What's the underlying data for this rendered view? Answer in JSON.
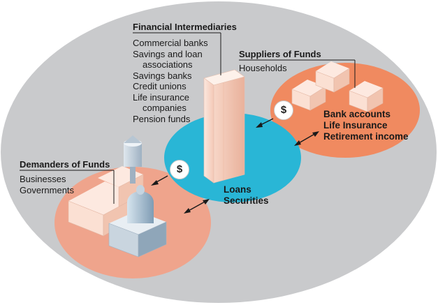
{
  "intermediaries": {
    "title": "Financial Intermediaries",
    "items": [
      "Commercial banks",
      "Savings and loan",
      "associations",
      "Savings banks",
      "Credit unions",
      "Life insurance",
      "companies",
      "Pension funds"
    ]
  },
  "suppliers": {
    "title": "Suppliers of Funds",
    "subtitle": "Households",
    "items": [
      "Bank accounts",
      "Life Insurance",
      "Retirement income"
    ]
  },
  "demanders": {
    "title": "Demanders of Funds",
    "items": [
      "Businesses",
      "Governments"
    ]
  },
  "market": {
    "items": [
      "Loans",
      "Securities"
    ]
  },
  "dollar_symbol": "$",
  "colors": {
    "background_ellipse": "#c9cacc",
    "market_ellipse": "#29b6d6",
    "suppliers_ellipse": "#f08a60",
    "demanders_ellipse": "#efa48c"
  }
}
